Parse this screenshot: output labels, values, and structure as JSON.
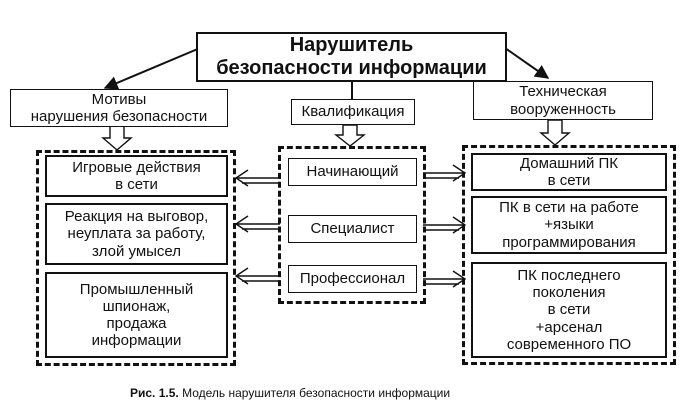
{
  "title": {
    "line1": "Нарушитель",
    "line2": "безопасности информации"
  },
  "headings": {
    "motives": {
      "line1": "Мотивы",
      "line2": "нарушения безопасности"
    },
    "qualification": "Квалификация",
    "equipment": {
      "line1": "Техническая",
      "line2": "вооруженность"
    }
  },
  "motives": [
    {
      "line1": "Игровые действия",
      "line2": "в сети"
    },
    {
      "line1": "Реакция на выговор,",
      "line2": "неуплата за работу,",
      "line3": "злой умысел"
    },
    {
      "line1": "Промышленный",
      "line2": "шпионаж,",
      "line3": "продажа",
      "line4": "информации"
    }
  ],
  "qualifications": [
    "Начинающий",
    "Специалист",
    "Профессионал"
  ],
  "equipment": [
    {
      "line1": "Домашний ПК",
      "line2": "в сети"
    },
    {
      "line1": "ПК в сети на работе",
      "line2": "+языки",
      "line3": "программирования"
    },
    {
      "line1": "ПК последнего",
      "line2": "поколения",
      "line3": "в сети",
      "line4": "+арсенал",
      "line5": "современного ПО"
    }
  ],
  "caption": {
    "label": "Рис. 1.5.",
    "text": "Модель нарушителя безопасности информации"
  }
}
